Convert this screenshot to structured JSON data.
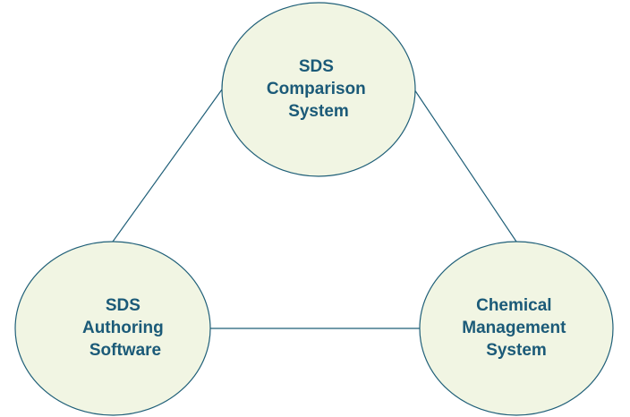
{
  "diagram": {
    "nodes": [
      {
        "id": "sds-comparison-system",
        "lines": [
          "SDS",
          "Comparison",
          "System"
        ]
      },
      {
        "id": "sds-authoring-software",
        "lines": [
          "SDS",
          "Authoring",
          "Software"
        ]
      },
      {
        "id": "chemical-management-system",
        "lines": [
          "Chemical",
          "Management",
          "System"
        ]
      }
    ],
    "edges": [
      {
        "from": "sds-comparison-system",
        "to": "sds-authoring-software"
      },
      {
        "from": "sds-comparison-system",
        "to": "chemical-management-system"
      },
      {
        "from": "sds-authoring-software",
        "to": "chemical-management-system"
      }
    ],
    "colors": {
      "node_fill": "#f1f5e3",
      "node_stroke": "#1f5f78",
      "label_text": "#1b5a78",
      "connector": "#1f5f78"
    }
  }
}
